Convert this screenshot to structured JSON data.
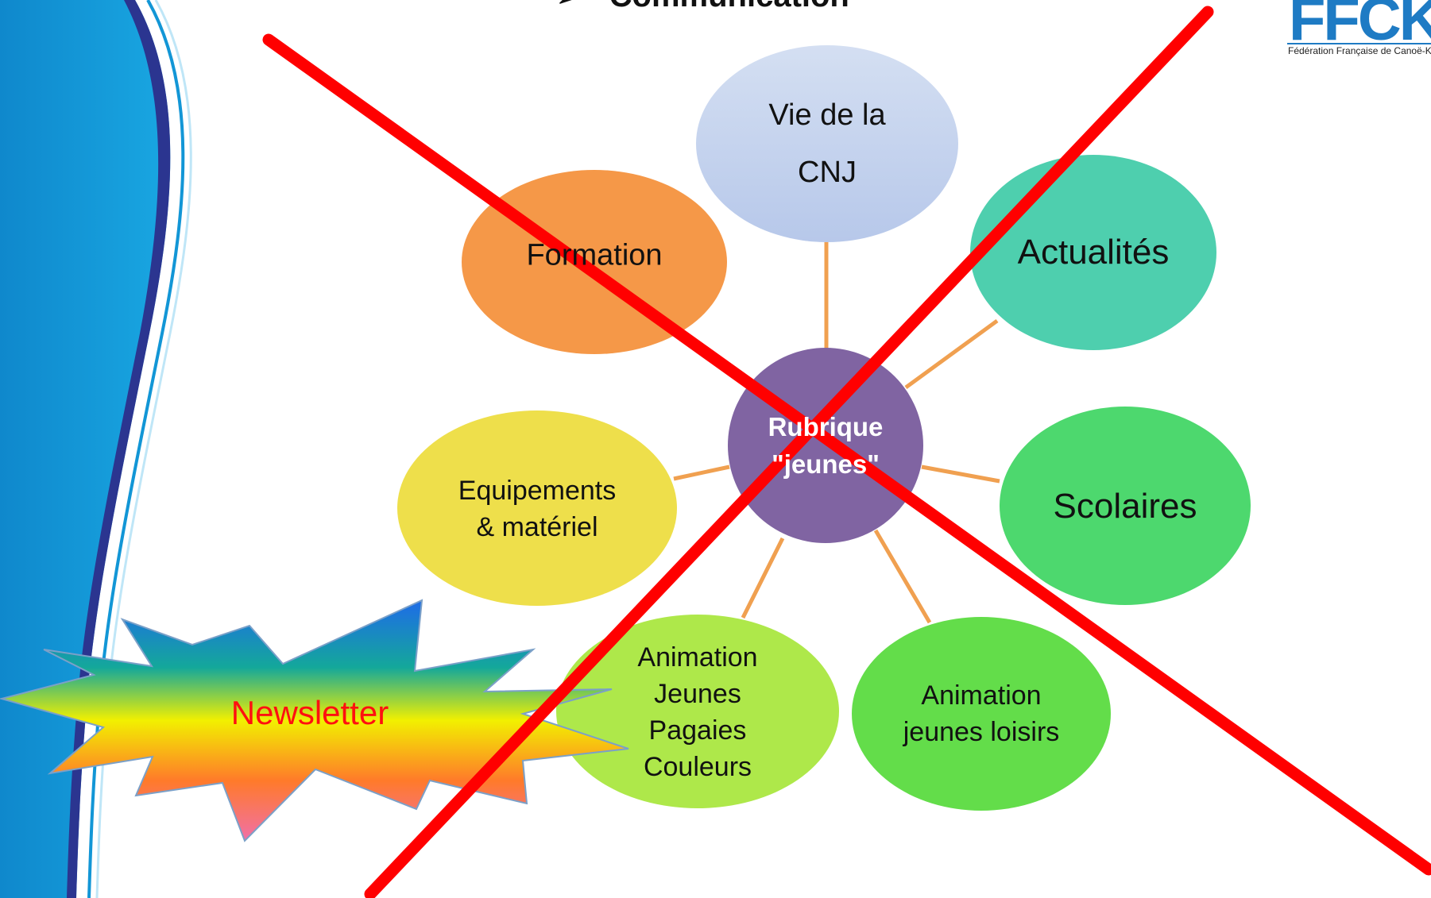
{
  "slide": {
    "title_arrow": "➢",
    "title": "Communication",
    "logo_text": "FFCK",
    "logo_caption": "Fédération Française de Canoë-Kayak"
  },
  "diagram": {
    "center": {
      "lines": [
        "Rubrique",
        "\"jeunes\""
      ]
    },
    "nodes": {
      "vie": [
        "Vie de la",
        "CNJ"
      ],
      "formation": [
        "Formation"
      ],
      "actualites": [
        "Actualités"
      ],
      "equipements": [
        "Equipements",
        "& matériel"
      ],
      "scolaires": [
        "Scolaires"
      ],
      "animation_pagaies": [
        "Animation",
        "Jeunes",
        "Pagaies",
        "Couleurs"
      ],
      "animation_loisirs": [
        "Animation",
        "jeunes loisirs"
      ]
    },
    "burst_label": "Newsletter"
  },
  "colors": {
    "vie": "#C6D4EE",
    "formation": "#F59848",
    "actualites": "#4ECFAE",
    "equipements": "#EEDF4B",
    "scolaires": "#4DD86E",
    "animation_pagaies": "#AEE84A",
    "animation_loisirs": "#63DD4A",
    "center": "#8064A2",
    "connector": "#F0A050",
    "cross": "#FF0000",
    "burst_text": "#FF1010",
    "left_band_blue": "#1296D6",
    "left_band_dark": "#2B3590"
  }
}
